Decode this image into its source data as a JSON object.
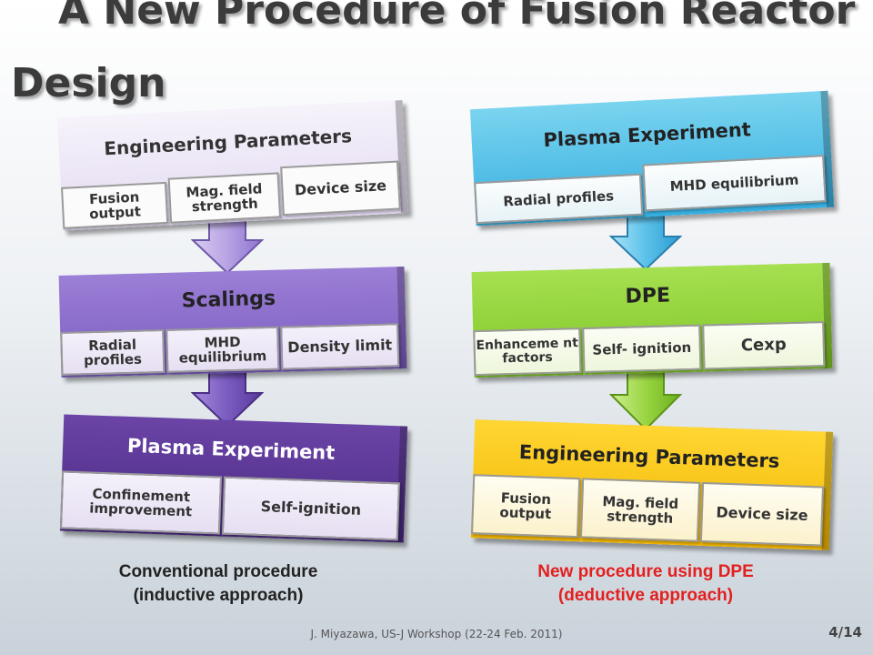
{
  "title": {
    "line1": "A New Procedure of Fusion Reactor",
    "line2": "Design"
  },
  "left_column": {
    "box1": {
      "header": "Engineering Parameters",
      "cells": [
        "Fusion output",
        "Mag. field strength",
        "Device size"
      ]
    },
    "box2": {
      "header": "Scalings",
      "cells": [
        "Radial profiles",
        "MHD equilibrium",
        "Density limit"
      ]
    },
    "box3": {
      "header": "Plasma Experiment",
      "cells": [
        "Confinement improvement",
        "Self-ignition"
      ]
    },
    "caption": {
      "line1": "Conventional procedure",
      "line2": "(inductive approach)"
    }
  },
  "right_column": {
    "box1": {
      "header": "Plasma Experiment",
      "cells": [
        "Radial profiles",
        "MHD equilibrium"
      ]
    },
    "box2": {
      "header": "DPE",
      "cells": [
        "Enhanceme nt factors",
        "Self- ignition",
        "Cexp"
      ]
    },
    "box3": {
      "header": "Engineering Parameters",
      "cells": [
        "Fusion output",
        "Mag. field strength",
        "Device size"
      ]
    },
    "caption": {
      "line1": "New procedure using DPE",
      "line2": "(deductive approach)"
    }
  },
  "footer": {
    "text": "J. Miyazawa, US-J Workshop (22-24 Feb. 2011)",
    "page": "4/14"
  },
  "colors": {
    "purple_light": "#e2d9f1",
    "purple_mid": "#7a5bc0",
    "purple_dark": "#4b2a84",
    "cyan": "#36aee0",
    "green": "#7fc526",
    "yellow": "#f2b600",
    "caption_red": "#e32020"
  },
  "icons": {
    "arrow": "down-arrow-icon"
  }
}
